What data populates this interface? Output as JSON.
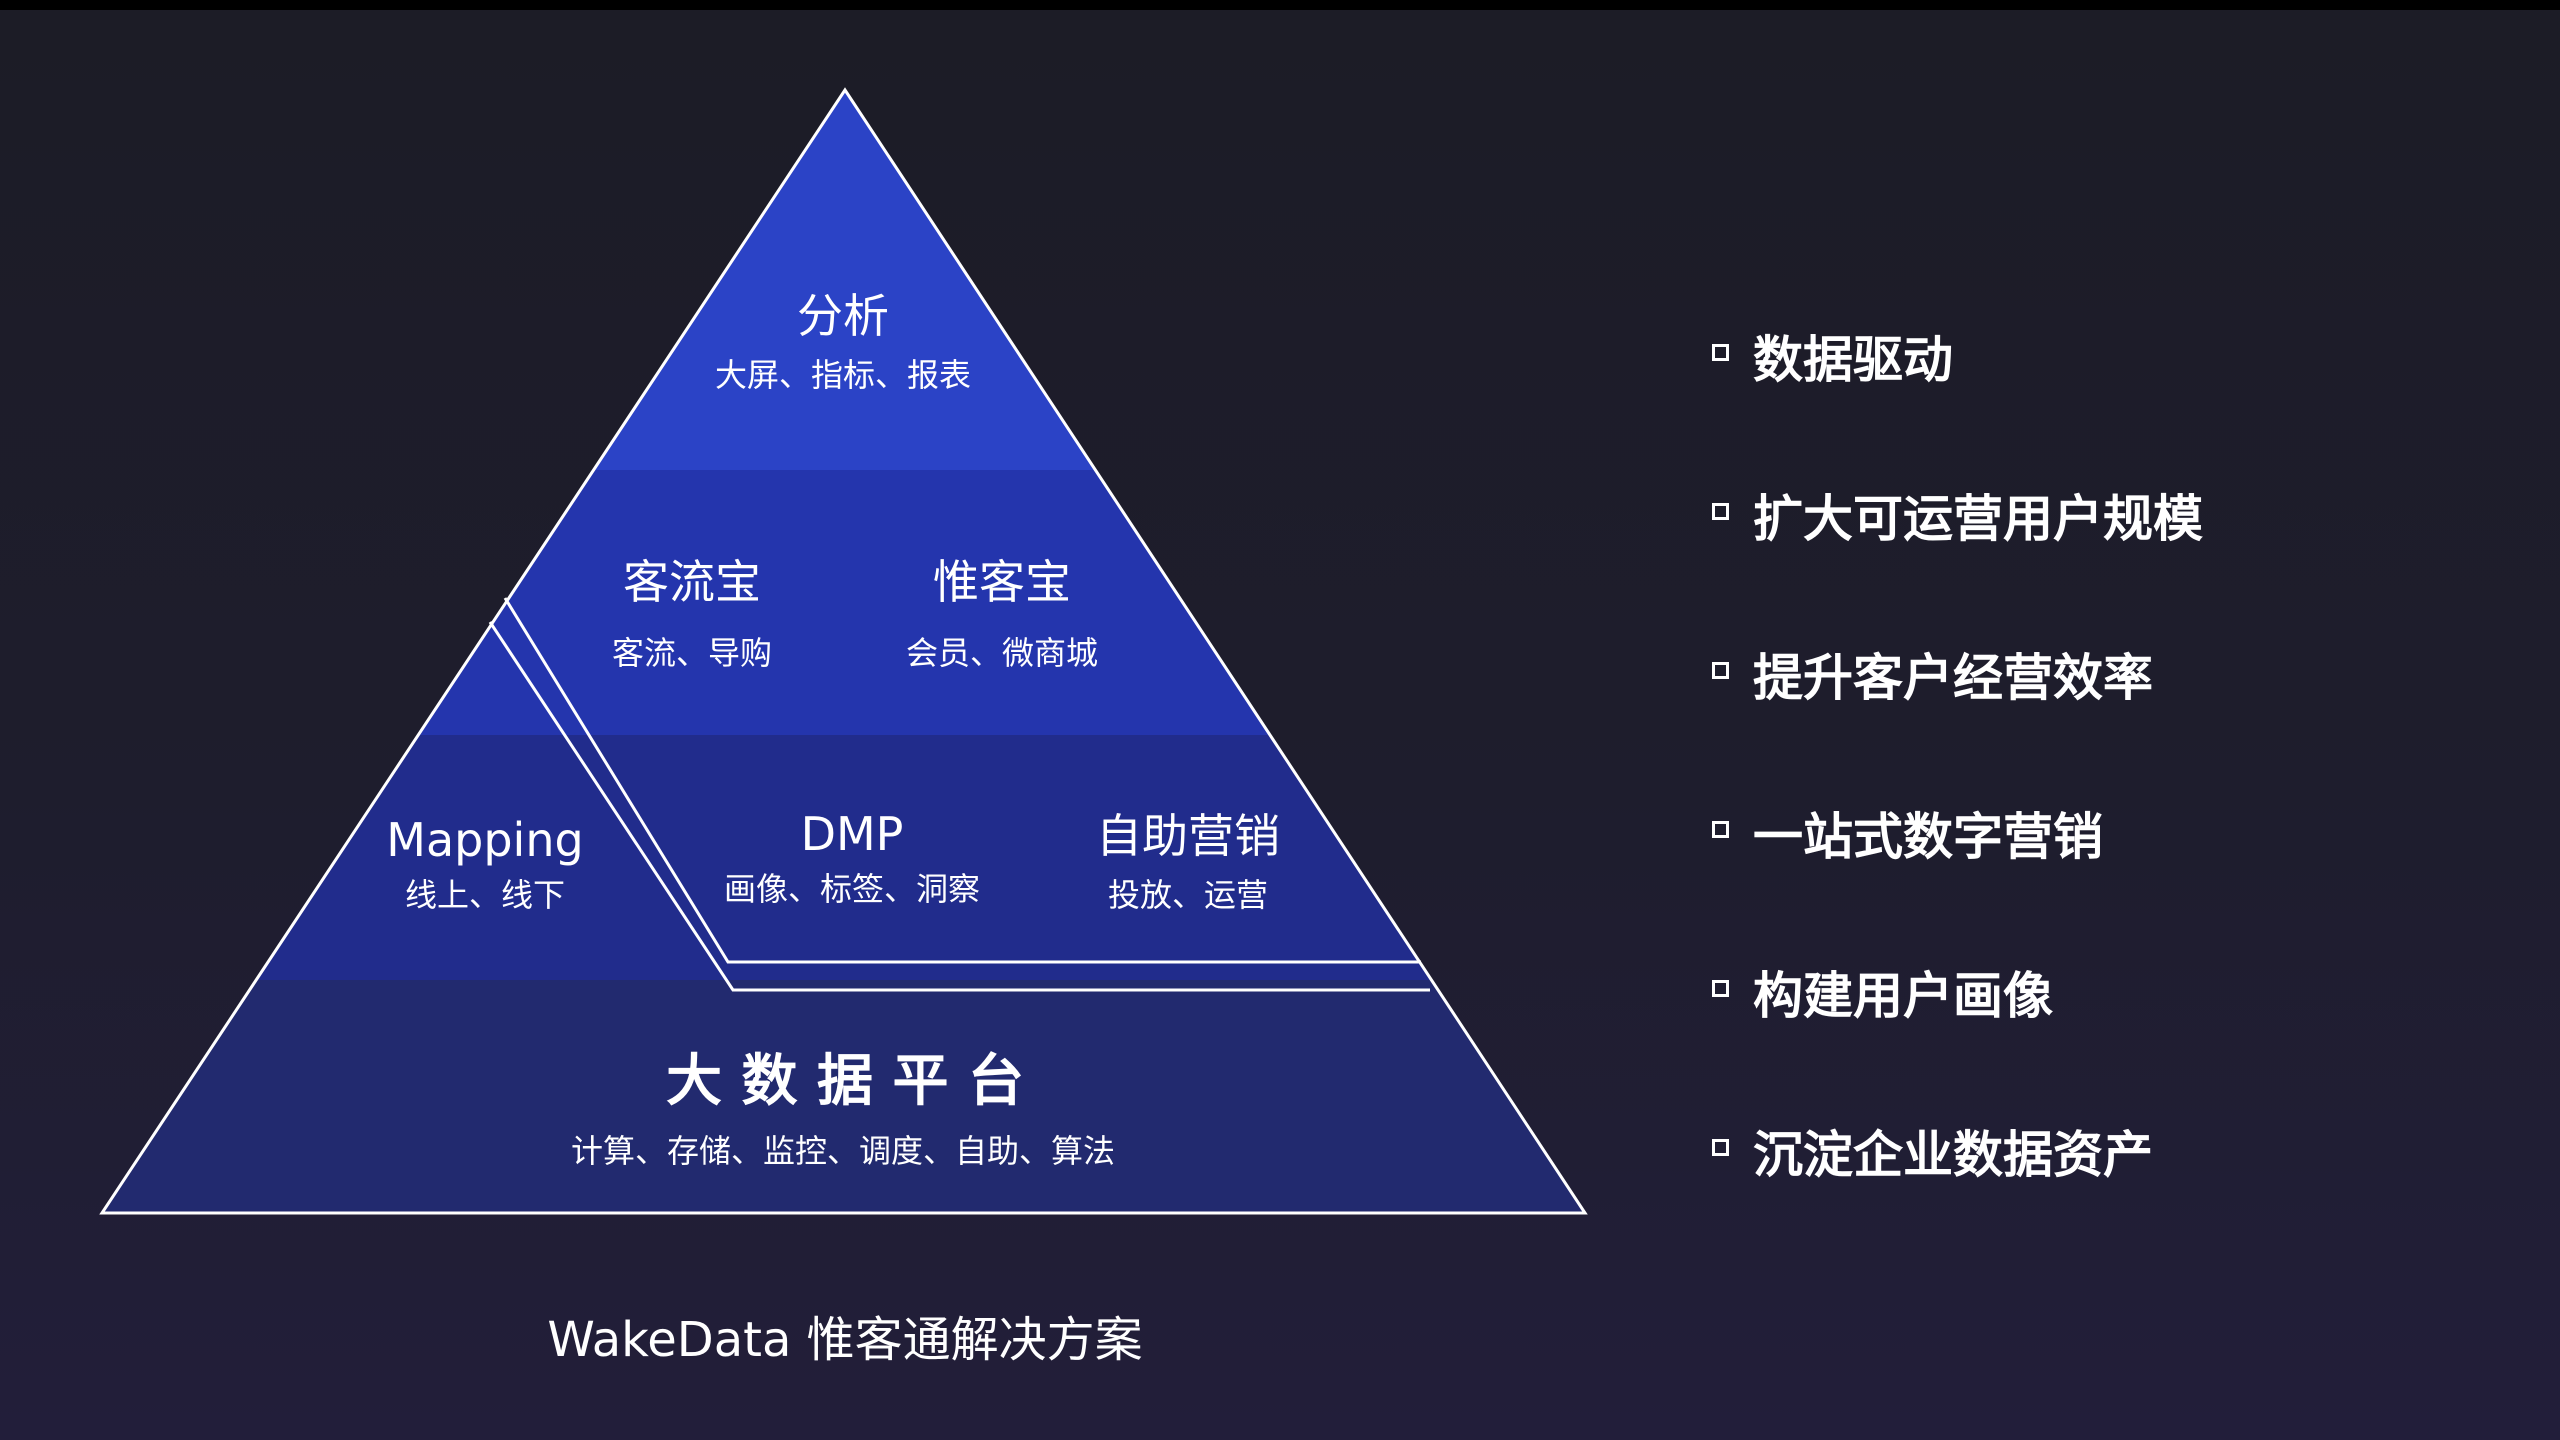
{
  "pyramid": {
    "top": {
      "title": "分析",
      "subtitle": "大屏、指标、报表"
    },
    "keliubao": {
      "title": "客流宝",
      "subtitle": "客流、导购"
    },
    "weikebao": {
      "title": "惟客宝",
      "subtitle": "会员、微商城"
    },
    "mapping": {
      "title": "Mapping",
      "subtitle": "线上、线下"
    },
    "dmp": {
      "title": "DMP",
      "subtitle": "画像、标签、洞察"
    },
    "marketing": {
      "title": "自助营销",
      "subtitle": "投放、运营"
    },
    "platform": {
      "title": "大 数 据 平 台",
      "subtitle": "计算、存储、监控、调度、自助、算法"
    }
  },
  "caption": "WakeData 惟客通解决方案",
  "bullets": [
    "数据驱动",
    "扩大可运营用户规模",
    "提升客户经营效率",
    "一站式数字营销",
    "构建用户画像",
    "沉淀企业数据资产"
  ],
  "colors": {
    "tier_top": "#2b43c6",
    "tier_mid": "#2435ad",
    "tier_lower": "#212c8c",
    "tier_base": "#222a6f",
    "outline": "#ffffff"
  }
}
